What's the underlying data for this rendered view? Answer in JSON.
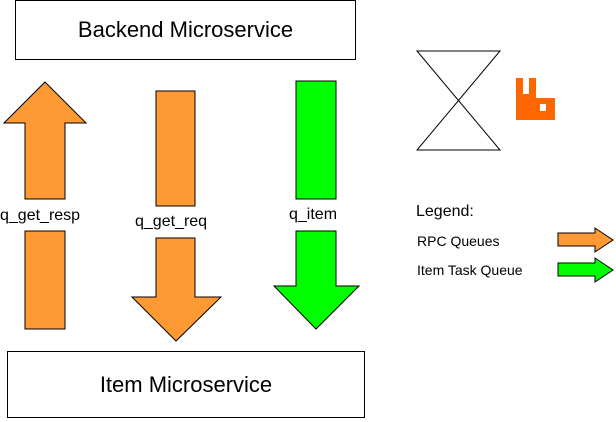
{
  "services": {
    "backend": "Backend Microservice",
    "item": "Item Microservice"
  },
  "queues": {
    "get_resp": {
      "label": "q_get_resp",
      "direction": "up",
      "color": "#FF9933"
    },
    "get_req": {
      "label": "q_get_req",
      "direction": "down",
      "color": "#FF9933"
    },
    "item": {
      "label": "q_item",
      "direction": "down",
      "color": "#00FF00"
    }
  },
  "legend": {
    "title": "Legend:",
    "entries": [
      {
        "label": "RPC Queues",
        "color": "#FF9933"
      },
      {
        "label": "Item Task Queue",
        "color": "#00FF00"
      }
    ]
  },
  "icons": {
    "exchange": "hourglass-exchange-icon",
    "broker": "rabbitmq-logo-icon",
    "broker_color": "#FF6600"
  }
}
